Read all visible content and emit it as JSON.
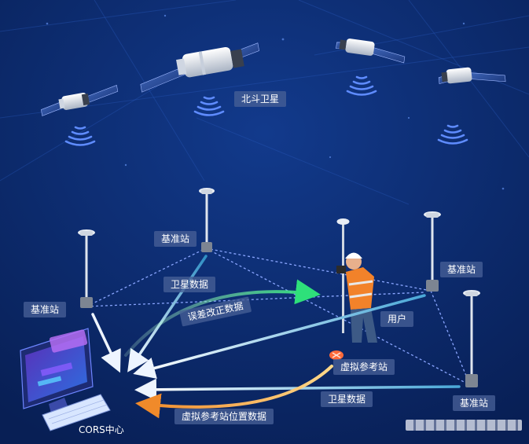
{
  "labels": {
    "beidou": "北斗卫星",
    "base_top": "基准站",
    "base_left": "基准站",
    "base_right": "基准站",
    "base_bottom": "基准站",
    "sat_data_1": "卫星数据",
    "sat_data_2": "卫星数据",
    "correction": "误差改正数据",
    "user": "用户",
    "virtual_station": "虚拟参考站",
    "virtual_pos": "虚拟参考站位置数据",
    "cors": "CORS中心"
  },
  "colors": {
    "background": "#0b2a6b",
    "white_arrow": "#e9f2ff",
    "green_arrow": "#3ddc84",
    "orange_arrow": "#f2a33a",
    "cyan_arrow": "#4fb3d9",
    "dashed_line": "#8aa6ff",
    "label_bg": "#465f96"
  },
  "icons": [
    "satellite-icon",
    "signal-icon",
    "gnss-antenna-icon",
    "surveyor-icon",
    "computer-icon",
    "virtual-station-marker-icon"
  ]
}
